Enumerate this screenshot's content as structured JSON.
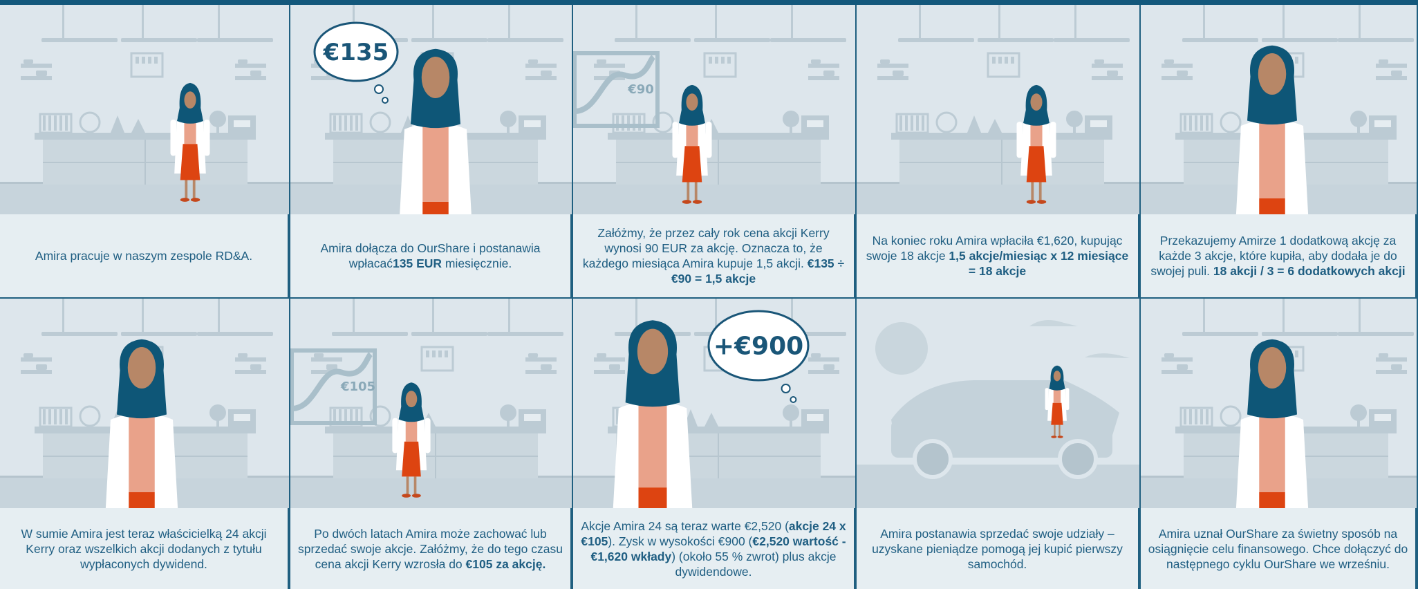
{
  "colors": {
    "frame": "#13587c",
    "wall": "#dde6ec",
    "floor": "#c7d4dc",
    "furniture": "#bccbd4",
    "hijab": "#0e5677",
    "skin": "#b78767",
    "coat": "#ffffff",
    "shirt": "#e9a28a",
    "skirt": "#dd4411",
    "caption_text": "#1f5e82"
  },
  "panels": [
    {
      "caption": [
        {
          "t": "Amira pracuje w naszym zespole RD&A."
        }
      ]
    },
    {
      "bubble": "€135",
      "caption": [
        {
          "t": "Amira dołącza do OurShare i postanawia wpłacać"
        },
        {
          "t": "135 EUR",
          "b": true
        },
        {
          "t": " miesięcznie."
        }
      ]
    },
    {
      "chart_label": "€90",
      "caption": [
        {
          "t": "Załóżmy, że przez cały rok cena akcji Kerry wynosi 90 EUR za akcję. Oznacza to, że każdego miesiąca Amira kupuje 1,5 akcji. "
        },
        {
          "t": "€135 ÷ €90 = 1,5 akcje",
          "b": true
        }
      ]
    },
    {
      "caption": [
        {
          "t": "Na koniec roku Amira wpłaciła €1,620, kupując swoje 18 akcje "
        },
        {
          "t": "1,5 akcje/miesiąc x 12 miesiące = 18 akcje",
          "b": true
        }
      ]
    },
    {
      "caption": [
        {
          "t": "Przekazujemy Amirze 1 dodatkową akcję za każde 3 akcje, które kupiła, aby dodała je do swojej puli. "
        },
        {
          "t": "18 akcji / 3 = 6 dodatkowych akcji",
          "b": true
        }
      ]
    },
    {
      "caption": [
        {
          "t": "W sumie Amira jest teraz właścicielką 24 akcji Kerry oraz wszelkich akcji dodanych z tytułu wypłaconych dywidend."
        }
      ]
    },
    {
      "chart_label": "€105",
      "caption": [
        {
          "t": "Po dwóch latach Amira może zachować lub sprzedać swoje akcje. Załóżmy, że do tego czasu cena akcji Kerry wzrosła do "
        },
        {
          "t": "€105 za akcję.",
          "b": true
        }
      ]
    },
    {
      "bubble": "+€900",
      "caption": [
        {
          "t": "Akcje Amira 24 są teraz warte €2,520 ("
        },
        {
          "t": "akcje 24 x €105",
          "b": true
        },
        {
          "t": "). Zysk w wysokości €900  ("
        },
        {
          "t": "€2,520 wartość - €1,620 wkłady",
          "b": true
        },
        {
          "t": ") (około 55 % zwrot) plus akcje dywidendowe."
        }
      ]
    },
    {
      "caption": [
        {
          "t": "Amira postanawia sprzedać swoje udziały – uzyskane pieniądze pomogą jej kupić pierwszy samochód."
        }
      ]
    },
    {
      "caption": [
        {
          "t": "Amira uznał OurShare za świetny sposób na osiągnięcie celu finansowego. Chce dołączyć do następnego cyklu OurShare we wrześniu."
        }
      ]
    }
  ]
}
